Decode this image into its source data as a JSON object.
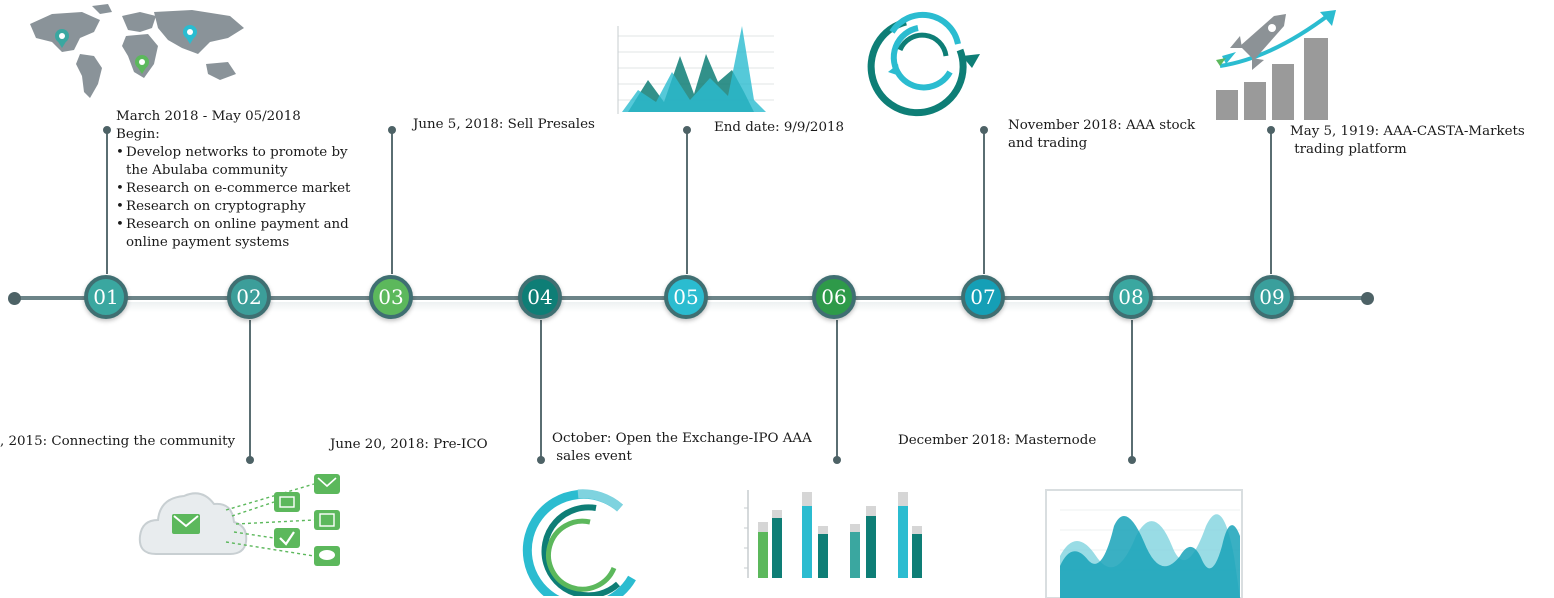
{
  "milestones": [
    {
      "num": "01",
      "color": "#3aa7a0"
    },
    {
      "num": "02",
      "color": "#3c9e9a"
    },
    {
      "num": "03",
      "color": "#5cb85c"
    },
    {
      "num": "04",
      "color": "#0e7e76"
    },
    {
      "num": "05",
      "color": "#2bbcd0"
    },
    {
      "num": "06",
      "color": "#2e9a49"
    },
    {
      "num": "07",
      "color": "#159fb6"
    },
    {
      "num": "08",
      "color": "#3aa7a0"
    },
    {
      "num": "09",
      "color": "#3a9f9c"
    }
  ],
  "events": {
    "e01": {
      "date": "March 2018 - May 05/2018",
      "begin": "Begin:",
      "bullets": [
        "Develop networks to promote by",
        "Research on e-commerce market",
        "Research on cryptography",
        "Research on online payment and"
      ],
      "bullet_cont": [
        "the Abulaba community",
        "online payment systems"
      ]
    },
    "e02": {
      "text": ", 2015: Connecting the community"
    },
    "e03": {
      "text": "June 5, 2018: Sell Presales"
    },
    "e04": {
      "text": "June 20, 2018: Pre-ICO"
    },
    "e05": {
      "line1": "October: Open the Exchange-IPO AAA",
      "line2": " sales event"
    },
    "e06": {
      "text": "End date: 9/9/2018"
    },
    "e07": {
      "line1": "November 2018: AAA stock",
      "line2": "and trading"
    },
    "e08": {
      "text": "December 2018: Masternode"
    },
    "e09": {
      "line1": "May 5, 1919: AAA-CASTA-Markets",
      "line2": " trading platform"
    }
  },
  "colors": {
    "timeline": "#6c8488",
    "teal": "#17a2b8",
    "dark_teal": "#0e7e76",
    "green": "#5cb85c",
    "gray": "#9a9a9a",
    "light_gray": "#d6d6d6"
  },
  "icons": [
    "world-map-icon",
    "area-chart-icon",
    "refresh-cycle-icon",
    "rocket-growth-icon",
    "cloud-email-icon",
    "circular-arcs-icon",
    "bar-chart-icon",
    "wave-chart-icon"
  ]
}
